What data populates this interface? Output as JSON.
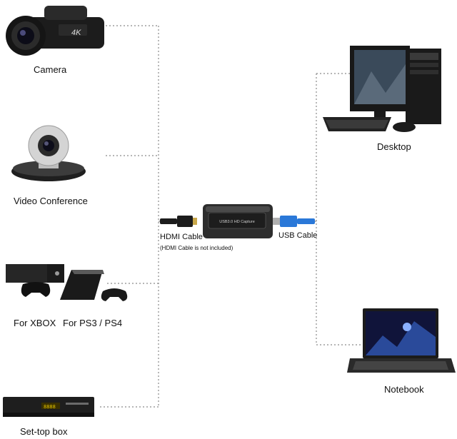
{
  "devices": {
    "camera": "Camera",
    "video_conference": "Video Conference",
    "xbox": "For XBOX",
    "ps": "For PS3 / PS4",
    "set_top_box": "Set-top box",
    "desktop": "Desktop",
    "notebook": "Notebook"
  },
  "cables": {
    "hdmi": "HDMI Cable",
    "hdmi_note": "(HDMI Cable is not included)",
    "usb": "USB Cable"
  },
  "capture_device": {
    "model_text": "USB3.0 HD Capture"
  },
  "camera_badge": "4K",
  "colors": {
    "line": "#8a8a8a",
    "usb_blue": "#2a78d8",
    "device_dark": "#2d2d2d"
  }
}
